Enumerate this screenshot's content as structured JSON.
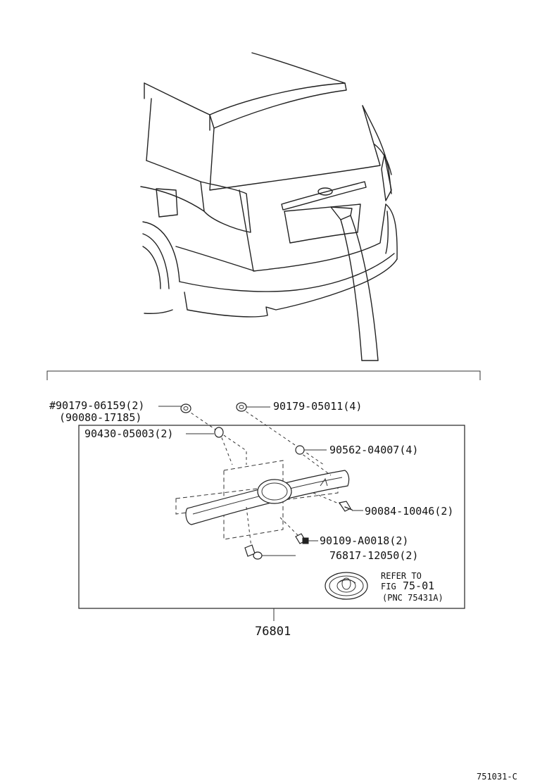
{
  "callouts": {
    "c1": "#90179-06159(2)",
    "c2": "(90080-17185)",
    "c3": "90179-05011(4)",
    "c4": "90430-05003(2)",
    "c5": "90562-04007(4)",
    "c6": "90084-10046(2)",
    "c7": "90109-A0018(2)",
    "c8": "76817-12050(2)"
  },
  "refer": {
    "line1": "REFER TO",
    "line2_prefix": "FIG",
    "line2_num": "75-01",
    "line3": "(PNC 75431A)"
  },
  "assembly_number": "76801",
  "figure_code": "751031-C"
}
